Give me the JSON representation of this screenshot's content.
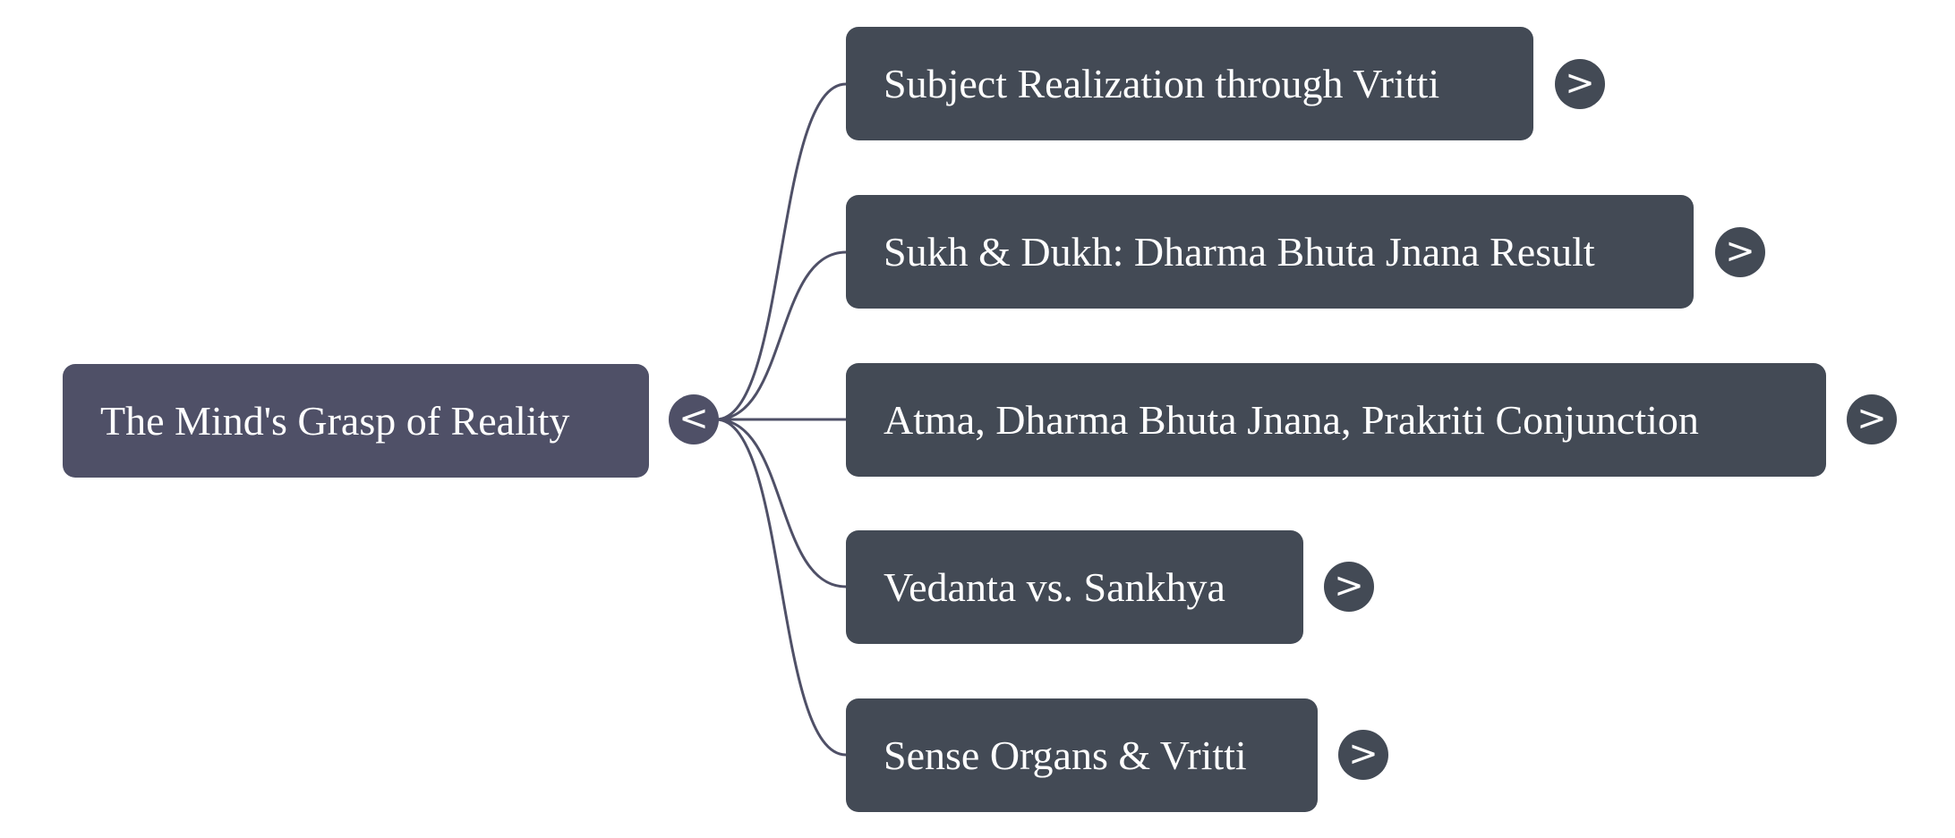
{
  "diagram": {
    "root": {
      "label": "The Mind's Grasp of Reality",
      "toggle_glyph": "<",
      "color": "#4f5067"
    },
    "children": [
      {
        "label": "Subject Realization through Vritti",
        "toggle_glyph": ">"
      },
      {
        "label": "Sukh & Dukh: Dharma Bhuta Jnana Result",
        "toggle_glyph": ">"
      },
      {
        "label": "Atma, Dharma Bhuta Jnana, Prakriti Conjunction",
        "toggle_glyph": ">"
      },
      {
        "label": "Vedanta vs. Sankhya",
        "toggle_glyph": ">"
      },
      {
        "label": "Sense Organs & Vritti",
        "toggle_glyph": ">"
      }
    ],
    "child_color": "#434a55",
    "connector_color": "#4f5067"
  }
}
